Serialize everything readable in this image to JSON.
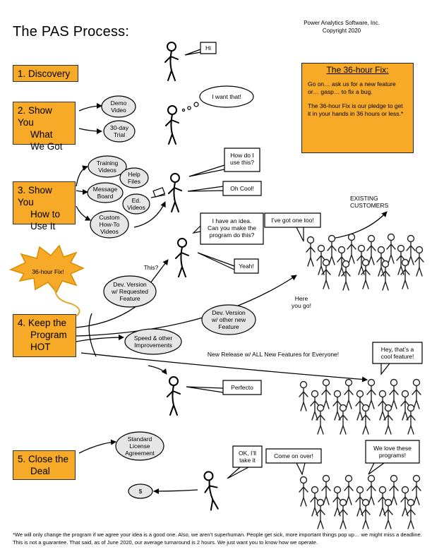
{
  "title": "The PAS Process:",
  "company": {
    "line1": "Power Analytics Software, Inc.",
    "line2": "Copyright 2020"
  },
  "stages": {
    "discovery": "1. Discovery",
    "show_what_line1": "2. Show You",
    "show_what_line2": "What",
    "show_what_line3": "We Got",
    "show_how_line1": "3. Show You",
    "show_how_line2": "How to",
    "show_how_line3": "Use It",
    "keep_hot_line1": "4. Keep the",
    "keep_hot_line2": "Program",
    "keep_hot_line3": "HOT",
    "close_line1": "5. Close the",
    "close_line2": "Deal"
  },
  "fix_box": {
    "heading": "The 36-hour Fix:",
    "para1": "Go on… ask us for a new feature or… gasp… to fix a bug.",
    "para2": "The 36-hour Fix is our pledge to get it in your hands in 36 hours or less.*"
  },
  "ellipses": {
    "demo_video_1": "Demo",
    "demo_video_2": "Video",
    "trial_1": "30-day",
    "trial_2": "Trial",
    "training_1": "Training",
    "training_2": "Videos",
    "help_1": "Help",
    "help_2": "Files",
    "board_1": "Message",
    "board_2": "Board",
    "ed_1": "Ed.",
    "ed_2": "Videos",
    "custom_1": "Custom",
    "custom_2": "How-To",
    "custom_3": "Videos",
    "dev_req_1": "Dev. Version",
    "dev_req_2": "w/ Requested",
    "dev_req_3": "Feature",
    "dev_other_1": "Dev. Version",
    "dev_other_2": "w/ other new",
    "dev_other_3": "Feature",
    "speed_1": "Speed & other",
    "speed_2": "Improvements",
    "license_1": "Standard",
    "license_2": "License",
    "license_3": "Agreement",
    "dollar": "$"
  },
  "bubbles": {
    "hi": "Hi",
    "want": "I want that!",
    "how_1": "How do I",
    "how_2": "use this?",
    "cool": "Oh Cool!",
    "idea_1": "I have an idea.",
    "idea_2": "Can you make the",
    "idea_3": "program do this?",
    "too": "I’ve got one too!",
    "yeah": "Yeah!",
    "perfecto": "Perfecto",
    "feature_1": "Hey, that’s a",
    "feature_2": "cool feature!",
    "take_1": "OK, I’ll",
    "take_2": "take it",
    "come": "Come on over!",
    "love_1": "We love these",
    "love_2": "programs!"
  },
  "labels": {
    "starburst": "36-hour Fix!",
    "this": "This?",
    "here_1": "Here",
    "here_2": "you go!",
    "existing_1": "EXISTING",
    "existing_2": "CUSTOMERS",
    "new_release": "New Release w/ ALL New Features for Everyone!"
  },
  "footnote": "*We will only change the program if we agree your idea is a good one.  Also, we aren’t superhuman.  People get sick, more important things pop up… we might miss a deadline. This is not a guarantee. That said, as of June 2020, our average turnaround is 2 hours.  We just want you to know how we operate.",
  "colors": {
    "stage_fill": "#f7a928",
    "starburst_fill": "#f7a928",
    "ellipse_fill": "#e6e6e6"
  }
}
